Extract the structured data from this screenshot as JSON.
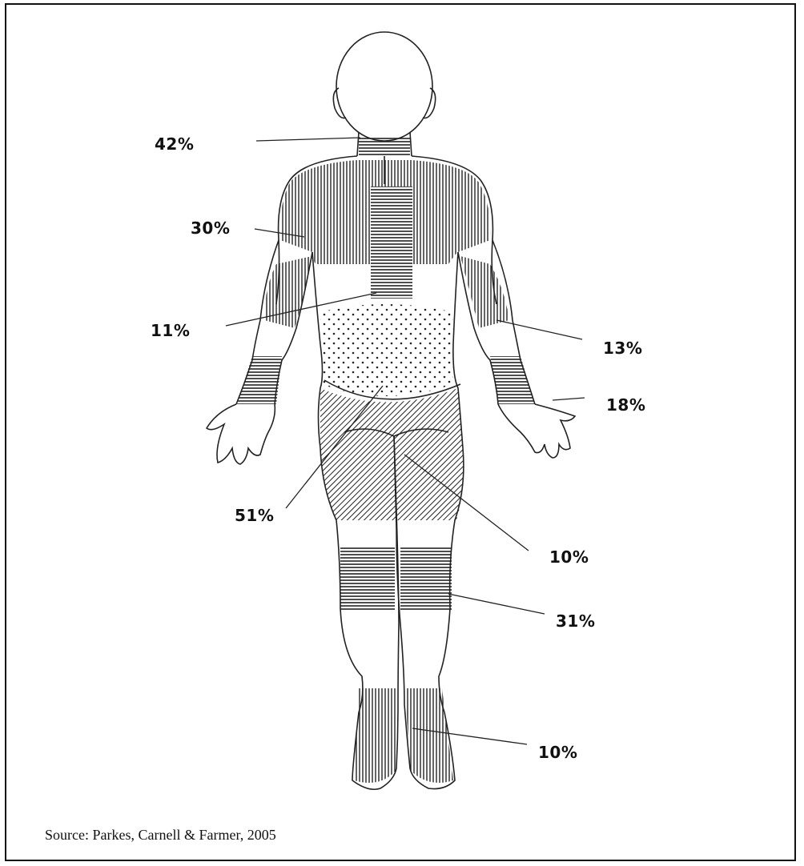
{
  "labels": {
    "neck": "42%",
    "upper_back_shoulders": "30%",
    "upper_back_spine": "11%",
    "elbow": "13%",
    "wrist_hand": "18%",
    "lower_back_hips": "51%",
    "thighs": "10%",
    "knees": "31%",
    "ankles_feet": "10%"
  },
  "source": "Source: Parkes, Carnell & Farmer, 2005",
  "colors": {
    "ink": "#111111",
    "background": "#ffffff"
  }
}
